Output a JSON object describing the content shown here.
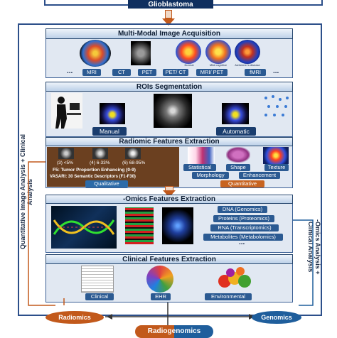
{
  "top_title": "Glioblastoma",
  "side_left": "Quantitative Image Analysis + Clinical Analysis",
  "side_right": "-Omics Analysis + Clinical Analysis",
  "sections": {
    "acquisition": {
      "title": "Multi-Modal Image Acquisition",
      "modalities": [
        "MRI",
        "CT",
        "PET",
        "PET/ CT",
        "MRI/ PET",
        "fMRI"
      ],
      "ellipsis_left": "...",
      "ellipsis_right": "...",
      "brain_captions": [
        "Normal",
        "Mild cognitive impairment",
        "Alzheimer's disease"
      ]
    },
    "segmentation": {
      "title": "ROIs Segmentation",
      "manual": "Manual",
      "automatic": "Automatic"
    },
    "radiomic": {
      "title": "Radiomic Features Extraction",
      "thumbs": [
        "(3) <5%",
        "(4) 6-33%",
        "(6) 68-95%"
      ],
      "line1": "F5: Tumor Proportion Enhancing (0-9)",
      "line2": "VASARI: 30 Semantic Descriptors (F1-F30)",
      "qualitative": "Qualitative",
      "features": [
        "Statistical",
        "Shape",
        "Texture",
        "Morphology",
        "Enhancement"
      ],
      "quantitative": "Quantitative"
    },
    "omics": {
      "title": "-Omics Features Extraction",
      "items": [
        "DNA (Genomics)",
        "Proteins (Proteomics)",
        "RNA (Transcriptomics)",
        "Metabolites (Metabolomics)"
      ],
      "ellipsis": "..."
    },
    "clinical": {
      "title": "Clinical Features Extraction",
      "items": [
        "Clinical",
        "EHR",
        "Environmental"
      ]
    }
  },
  "outputs": {
    "radiomics": "Radiomics",
    "genomics": "Genomics",
    "radiogenomics_a": "Radio",
    "radiogenomics_b": "genomics"
  }
}
